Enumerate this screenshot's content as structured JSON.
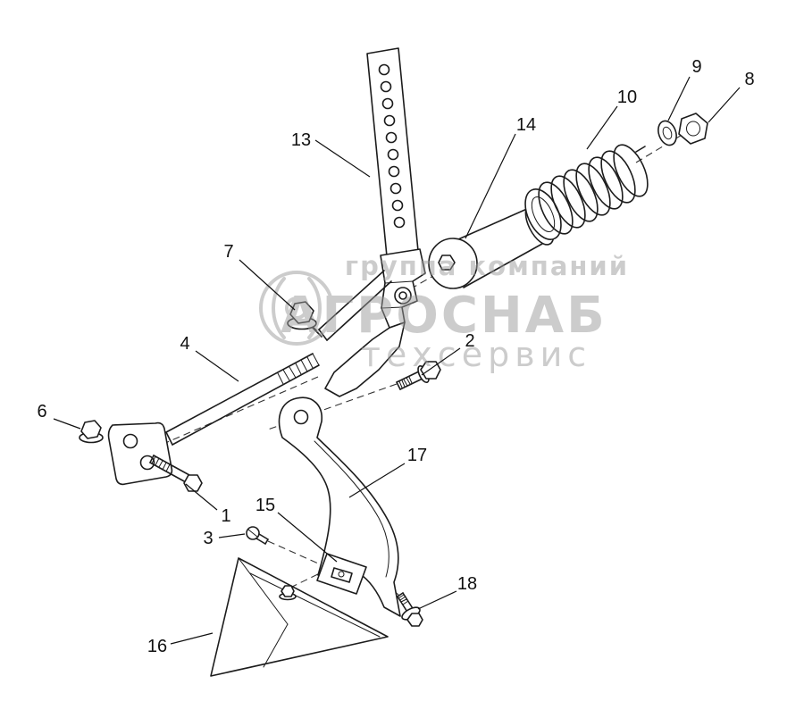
{
  "diagram": {
    "type": "exploded-parts-diagram",
    "colors": {
      "line": "#1c1c1c",
      "watermark": "#9b9b9b",
      "background": "#ffffff"
    },
    "watermark": {
      "line1": "группа компаний",
      "line2": "АГРОСНАБ",
      "line3": "техсервис"
    },
    "parts": {
      "p1": "1",
      "p2": "2",
      "p3": "3",
      "p4": "4",
      "p6": "6",
      "p7": "7",
      "p8": "8",
      "p9": "9",
      "p10": "10",
      "p13": "13",
      "p14": "14",
      "p15": "15",
      "p16": "16",
      "p17": "17",
      "p18": "18"
    }
  }
}
